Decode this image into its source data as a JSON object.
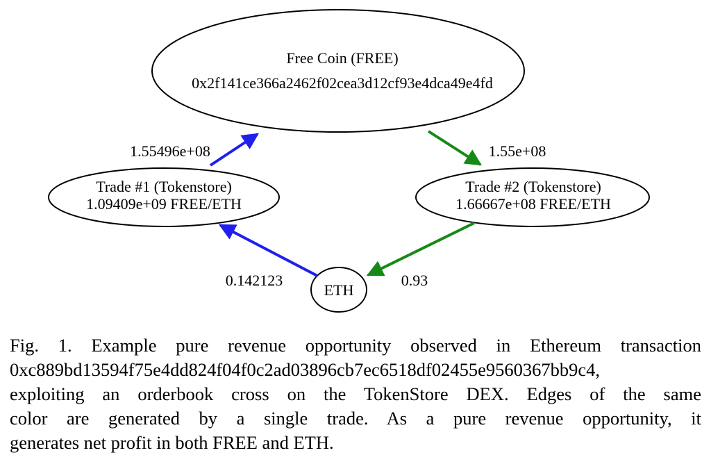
{
  "nodes": {
    "free_coin": {
      "line1": "Free Coin (FREE)",
      "line2": "0x2f141ce366a2462f02cea3d12cf93e4dca49e4fd"
    },
    "trade1": {
      "line1": "Trade #1 (Tokenstore)",
      "line2": "1.09409e+09 FREE/ETH"
    },
    "trade2": {
      "line1": "Trade #2 (Tokenstore)",
      "line2": "1.66667e+08 FREE/ETH"
    },
    "eth": {
      "label": "ETH"
    }
  },
  "edges": {
    "trade1_to_free": {
      "label": "1.55496e+08",
      "color": "#1f1fee"
    },
    "free_to_trade2": {
      "label": "1.55e+08",
      "color": "#168a16"
    },
    "eth_to_trade1": {
      "label": "0.142123",
      "color": "#1f1fee"
    },
    "trade2_to_eth": {
      "label": "0.93",
      "color": "#168a16"
    }
  },
  "caption": {
    "lines": [
      "Fig. 1.   Example pure revenue opportunity observed in Ethereum transaction",
      "0xc889bd13594f75e4dd824f04f0c2ad03896cb7ec6518df02455e9560367bb9c4,",
      "exploiting an orderbook cross on the TokenStore DEX. Edges of the same",
      "color are generated by a single trade. As a pure revenue opportunity, it",
      "generates net profit in both FREE and ETH."
    ]
  }
}
